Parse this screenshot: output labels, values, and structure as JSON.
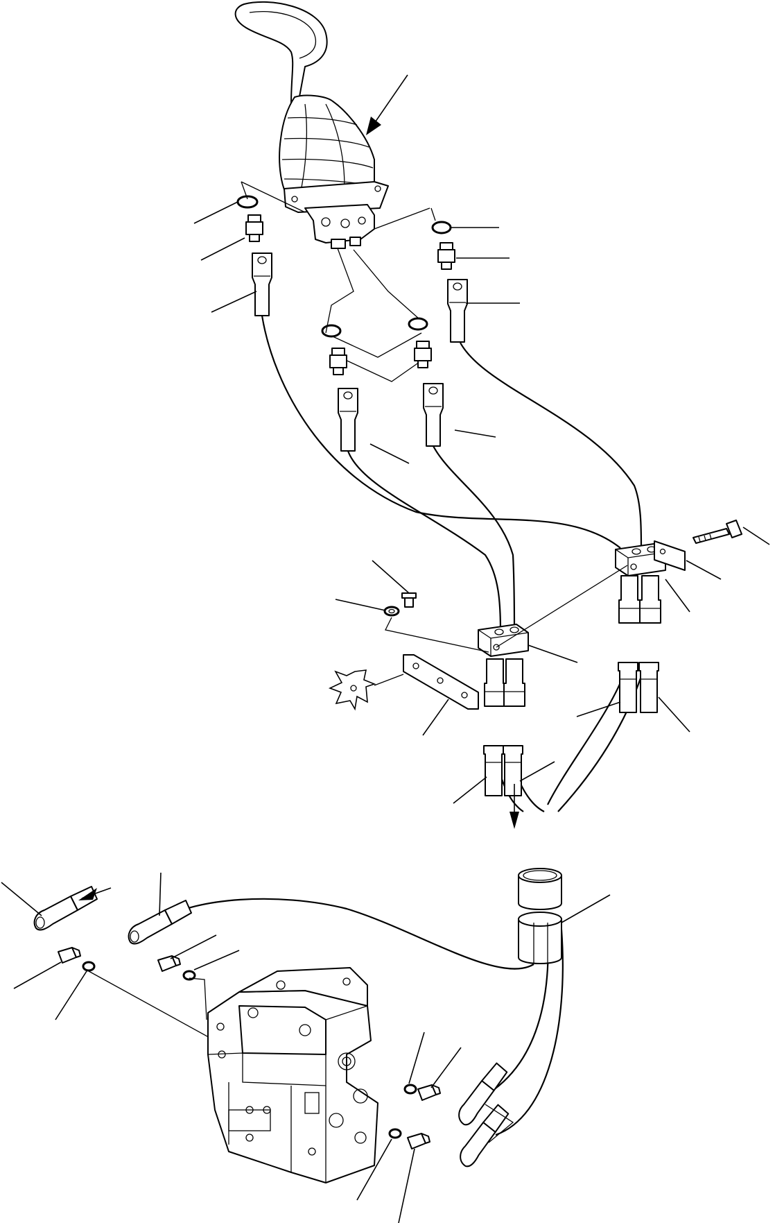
{
  "diagram": {
    "type": "exploded-parts-view",
    "parts": [
      {
        "name": "control-lever",
        "label": ""
      },
      {
        "name": "o-ring",
        "label": ""
      },
      {
        "name": "adapter",
        "label": ""
      },
      {
        "name": "hose-fitting",
        "label": ""
      },
      {
        "name": "hose",
        "label": ""
      },
      {
        "name": "clamp-block",
        "label": ""
      },
      {
        "name": "plate",
        "label": ""
      },
      {
        "name": "bolt",
        "label": ""
      },
      {
        "name": "washer",
        "label": ""
      },
      {
        "name": "hose-joint",
        "label": ""
      },
      {
        "name": "hose-sleeve",
        "label": ""
      },
      {
        "name": "elbow-fitting",
        "label": ""
      },
      {
        "name": "control-valve",
        "label": ""
      }
    ],
    "callout_numbers": []
  }
}
